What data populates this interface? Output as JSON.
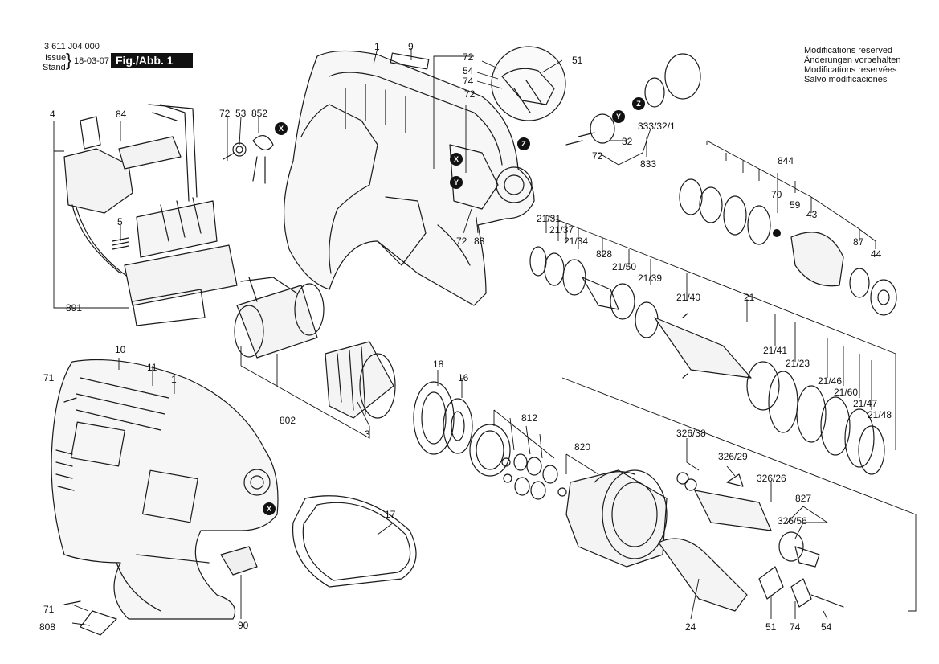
{
  "header": {
    "doc_number": "3 611 J04 000",
    "issue_label": "Issue",
    "stand_label": "Stand",
    "issue_date": "18-03-07",
    "fig_label": "Fig./Abb. 1"
  },
  "modifications": [
    "Modifications reserved",
    "Änderungen vorbehalten",
    "Modifications reservées",
    "Salvo modificaciones"
  ],
  "markers": [
    "X",
    "Y",
    "Z"
  ],
  "part_labels": [
    "1",
    "9",
    "72",
    "51",
    "54",
    "74",
    "72",
    "72",
    "53",
    "852",
    "4",
    "84",
    "5",
    "891",
    "72",
    "83",
    "32",
    "333/32/1",
    "72",
    "833",
    "844",
    "70",
    "59",
    "43",
    "87",
    "44",
    "21/31",
    "21/37",
    "21/34",
    "828",
    "21/50",
    "21/39",
    "21/40",
    "21",
    "21/41",
    "21/23",
    "21/46",
    "21/60",
    "21/47",
    "21/48",
    "10",
    "11",
    "1",
    "71",
    "802",
    "3",
    "18",
    "16",
    "812",
    "820",
    "326/38",
    "326/29",
    "326/26",
    "827",
    "326/56",
    "17",
    "71",
    "808",
    "90",
    "24",
    "51",
    "74",
    "54"
  ]
}
